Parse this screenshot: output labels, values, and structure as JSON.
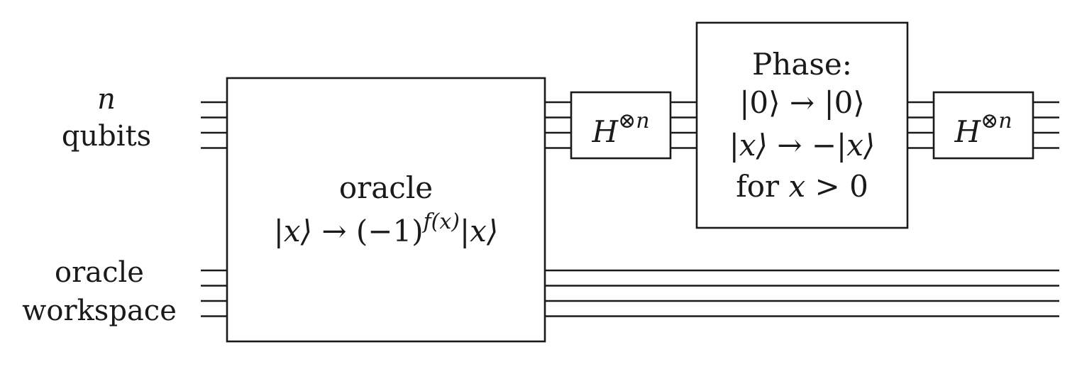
{
  "labels": {
    "n_var": "n",
    "qubits": "qubits",
    "oracle_ws_line1": "oracle",
    "oracle_ws_line2": "workspace"
  },
  "oracle_box": {
    "title": "oracle",
    "ket_x_1": "|x⟩",
    "arrow": "→",
    "minus_one": "(−1)",
    "exponent": "f(x)",
    "ket_x_2": "|x⟩"
  },
  "hadamard": {
    "base": "H",
    "exponent": "⊗n"
  },
  "phase_box": {
    "title": "Phase:",
    "line1_left": "|0⟩",
    "line1_arrow": "→",
    "line1_right": "|0⟩",
    "line2_left": "|x⟩",
    "line2_arrow": "→",
    "line2_right": "−|x⟩",
    "line3_for": "for",
    "line3_var": "x",
    "line3_rel": ">",
    "line3_val": "0"
  },
  "wire_groups": {
    "n_qubits_count": 4,
    "workspace_count": 4
  }
}
